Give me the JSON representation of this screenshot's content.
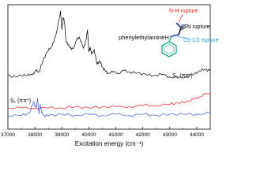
{
  "chart_data": {
    "type": "line",
    "title": "",
    "xlabel": "Excitation energy (cm⁻¹)",
    "ylabel": "",
    "xlim": [
      37000,
      44500
    ],
    "ylim": [
      0,
      1.0
    ],
    "x_ticks": [
      37000,
      38000,
      39000,
      40000,
      41000,
      42000,
      43000,
      44000
    ],
    "x_tick_labels": [
      "37000",
      "38000",
      "39000",
      "40000",
      "41000",
      "42000",
      "43000",
      "44000"
    ],
    "annotations": {
      "molecule": "phenylethylamineH⁺",
      "s1": "S₁ (ππ*)",
      "s2": "S₂ (πσ*)",
      "nh": "N-H rupture",
      "cn": "C-N rupture",
      "cacb": "Cα-Cβ rupture"
    },
    "series": [
      {
        "color": "#000000",
        "x": [
          37000,
          37300,
          37600,
          37800,
          37950,
          38050,
          38150,
          38300,
          38450,
          38600,
          38700,
          38800,
          38900,
          38950,
          39000,
          39050,
          39100,
          39150,
          39250,
          39350,
          39450,
          39550,
          39650,
          39800,
          39900,
          39950,
          40000,
          40050,
          40100,
          40200,
          40300,
          40400,
          40500,
          40600,
          40700,
          40900,
          41100,
          41300,
          41500,
          41800,
          42100,
          42400,
          42700,
          43000,
          43300,
          43600,
          43900,
          44100,
          44300,
          44500
        ],
        "y": [
          0.43,
          0.42,
          0.44,
          0.43,
          0.45,
          0.47,
          0.46,
          0.55,
          0.62,
          0.66,
          0.7,
          0.78,
          0.88,
          0.95,
          0.8,
          0.9,
          0.86,
          0.7,
          0.68,
          0.64,
          0.66,
          0.72,
          0.74,
          0.65,
          0.72,
          0.8,
          0.62,
          0.66,
          0.6,
          0.64,
          0.52,
          0.55,
          0.5,
          0.47,
          0.45,
          0.46,
          0.45,
          0.47,
          0.46,
          0.45,
          0.44,
          0.43,
          0.44,
          0.42,
          0.41,
          0.42,
          0.44,
          0.47,
          0.48,
          0.47
        ]
      },
      {
        "color": "#e8202a",
        "x": [
          37000,
          37500,
          38000,
          38500,
          39000,
          39500,
          40000,
          40500,
          41000,
          41500,
          42000,
          42500,
          43000,
          43300,
          43600,
          43900,
          44100,
          44300,
          44500
        ],
        "y": [
          0.17,
          0.17,
          0.17,
          0.17,
          0.17,
          0.18,
          0.17,
          0.18,
          0.18,
          0.18,
          0.19,
          0.19,
          0.2,
          0.21,
          0.22,
          0.24,
          0.26,
          0.28,
          0.29
        ]
      },
      {
        "color": "#3b56d6",
        "x": [
          37000,
          37500,
          37800,
          37950,
          38050,
          38100,
          38150,
          38200,
          38250,
          38350,
          38500,
          39000,
          39500,
          40000,
          40500,
          41000,
          41500,
          42000,
          42500,
          43000,
          43500,
          44000,
          44500
        ],
        "y": [
          0.11,
          0.11,
          0.13,
          0.22,
          0.17,
          0.25,
          0.12,
          0.2,
          0.13,
          0.11,
          0.11,
          0.12,
          0.11,
          0.12,
          0.11,
          0.12,
          0.11,
          0.12,
          0.11,
          0.12,
          0.12,
          0.12,
          0.13
        ]
      }
    ]
  }
}
